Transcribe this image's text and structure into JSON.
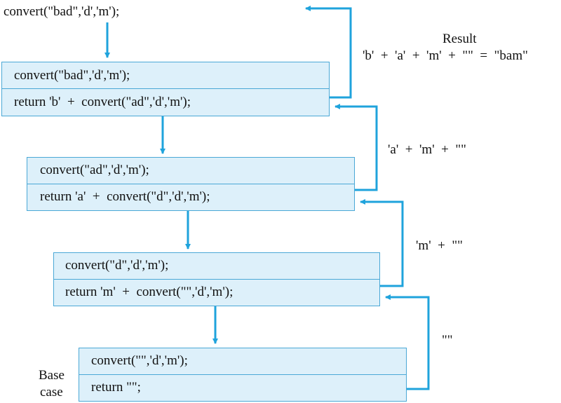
{
  "initial_call": "convert(\"bad\",'d','m');",
  "result": {
    "label": "Result",
    "expression": "'b'  +  'a'  +  'm'  +  \"\"  =  \"bam\""
  },
  "frames": [
    {
      "call": "convert(\"bad\",'d','m');",
      "return": "return 'b'  +  convert(\"ad\",'d','m');"
    },
    {
      "call": "convert(\"ad\",'d','m');",
      "return": "return 'a'  +  convert(\"d\",'d','m');"
    },
    {
      "call": "convert(\"d\",'d','m');",
      "return": "return 'm'  +  convert(\"\",'d','m');"
    },
    {
      "call": "convert(\"\",'d','m');",
      "return": "return \"\";"
    }
  ],
  "partial_results": [
    "'a'  +  'm'  +  \"\"",
    "'m'  +  \"\"",
    "\"\""
  ],
  "base_case_label": [
    "Base",
    "case"
  ],
  "colors": {
    "arrow": "#1fa3dc",
    "box_fill": "#ddf0fa",
    "box_border": "#4aa8d6"
  }
}
